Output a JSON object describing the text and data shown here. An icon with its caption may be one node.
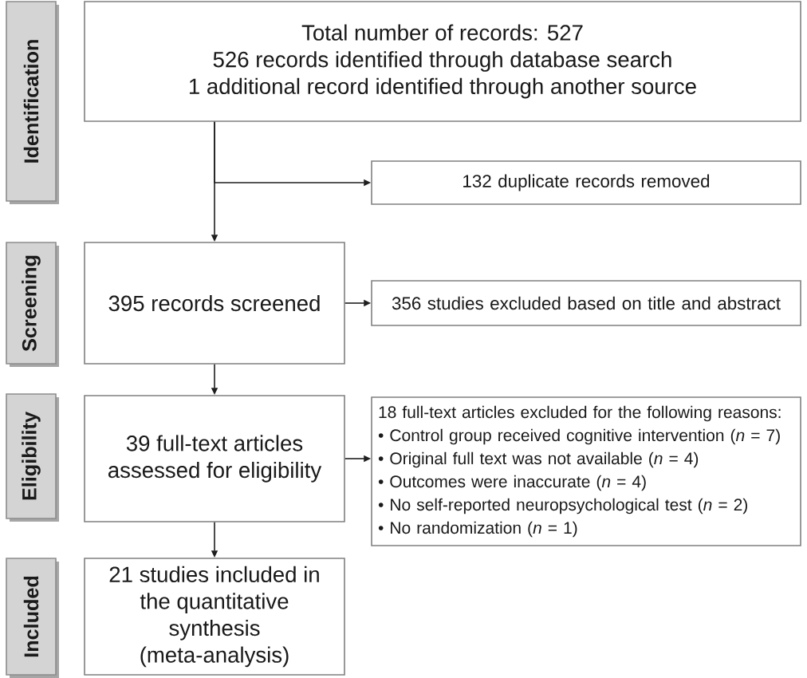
{
  "diagram": {
    "nodes": [
      {
        "text": [
          "Identification"
        ]
      },
      {
        "text": [
          "Total number of records: 527",
          "526 records identified through database search",
          "1 additional record identified through another source"
        ]
      },
      {
        "text": [
          "132 duplicate records removed"
        ]
      },
      {
        "text": [
          "Screening"
        ]
      },
      {
        "text": [
          "395 records screened"
        ]
      },
      {
        "text": [
          "356 studies excluded based on title and abstract"
        ]
      },
      {
        "text": [
          "Eligibility"
        ]
      },
      {
        "text": [
          "39 full-text articles assessed for eligibility"
        ]
      },
      {
        "text": [
          "18 full-text articles excluded for the following reasons:",
          "• Control group received cognitive intervention (*n* = 7)",
          "• Original full text was not available (*n* = 4)",
          "• Outcomes were inaccurate (*n* = 4)",
          "• No self-reported neuropsychological test (*n* = 2)",
          "• No randomization (*n* = 1)"
        ]
      },
      {
        "text": [
          "Included"
        ]
      },
      {
        "text": [
          "21 studies included in the quantitative synthesis (meta-analysis)"
        ]
      }
    ],
    "edges": [
      {
        "from": 1,
        "to": 2,
        "arrow": "to"
      },
      {
        "from": 1,
        "to": 4,
        "arrow": "to"
      },
      {
        "from": 4,
        "to": 5,
        "arrow": "to"
      },
      {
        "from": 4,
        "to": 7,
        "arrow": "to"
      },
      {
        "from": 7,
        "to": 8,
        "arrow": "to"
      },
      {
        "from": 7,
        "to": 10,
        "arrow": "to"
      }
    ]
  }
}
